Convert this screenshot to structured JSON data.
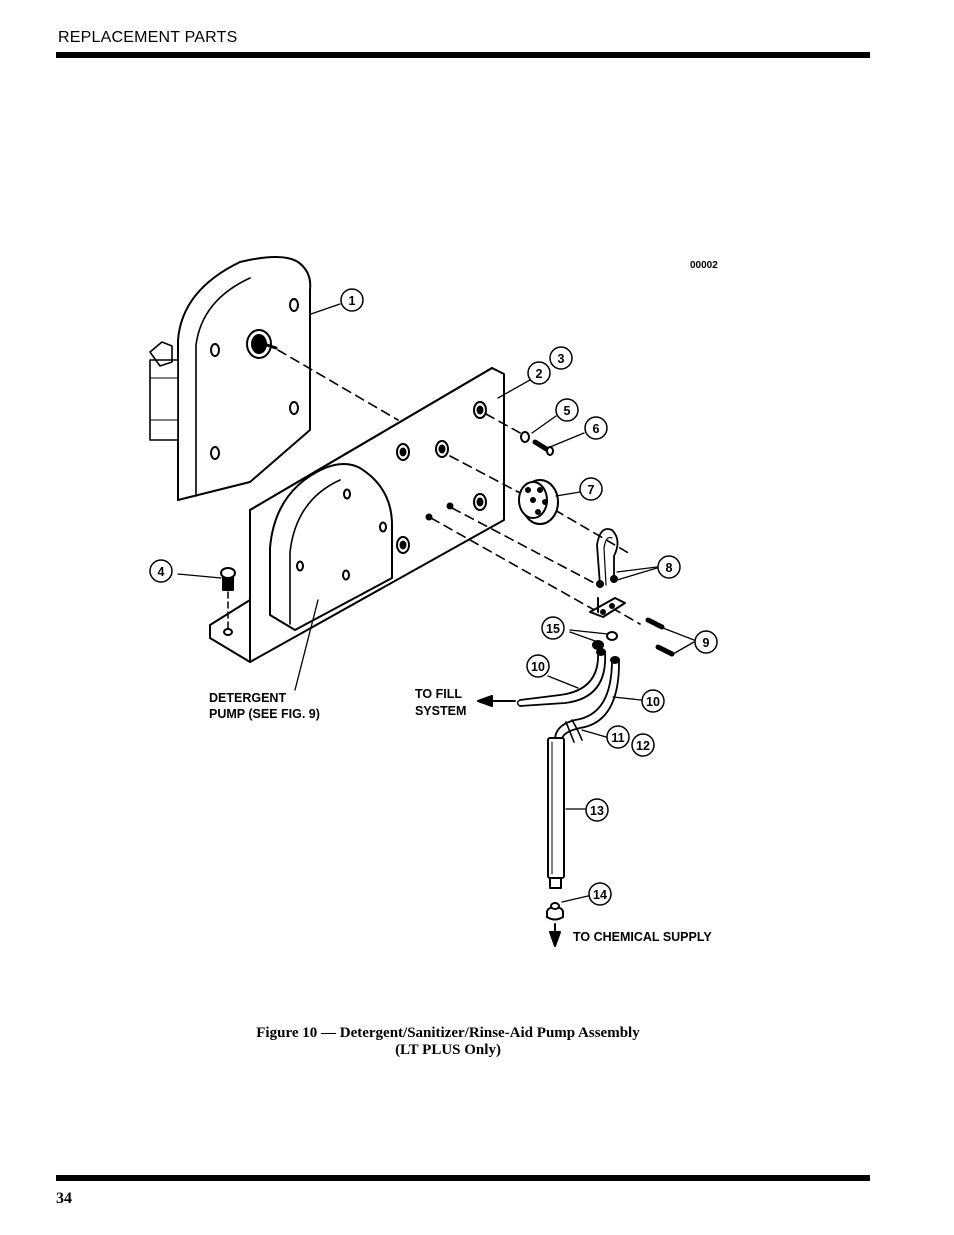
{
  "header": {
    "title": "REPLACEMENT PARTS"
  },
  "footer": {
    "page_number": "34"
  },
  "figure": {
    "drawing_number": "00002",
    "caption_line1": "Figure 10 — Detergent/Sanitizer/Rinse-Aid Pump Assembly",
    "caption_line2": "(LT PLUS Only)",
    "labels": {
      "detergent_line1": "DETERGENT",
      "detergent_line2": "PUMP (SEE FIG. 9)",
      "fill_line1": "TO FILL",
      "fill_line2": "SYSTEM",
      "chemical": "TO CHEMICAL SUPPLY"
    },
    "callouts": [
      "1",
      "2",
      "3",
      "4",
      "5",
      "6",
      "7",
      "8",
      "9",
      "10",
      "10",
      "11",
      "12",
      "13",
      "14",
      "15"
    ]
  }
}
